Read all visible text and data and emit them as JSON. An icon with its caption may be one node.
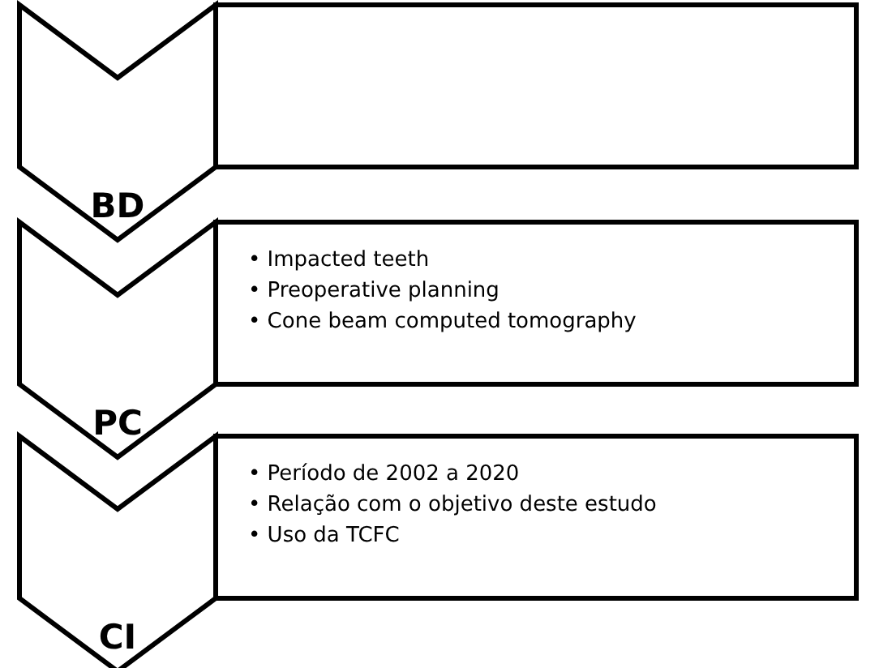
{
  "diagram": {
    "nodes": [
      {
        "text": [
          "BD"
        ]
      },
      {
        "text": [],
        "shape": "box"
      },
      {
        "text": [
          "PC"
        ]
      },
      {
        "text": [
          "• Impacted teeth",
          "• Preoperative planning",
          "• Cone beam computed tomography"
        ]
      },
      {
        "text": [
          "CI"
        ]
      },
      {
        "text": [
          "• Período de 2002 a 2020",
          "• Relação com o objetivo deste estudo",
          "• Uso da TCFC"
        ]
      }
    ]
  }
}
